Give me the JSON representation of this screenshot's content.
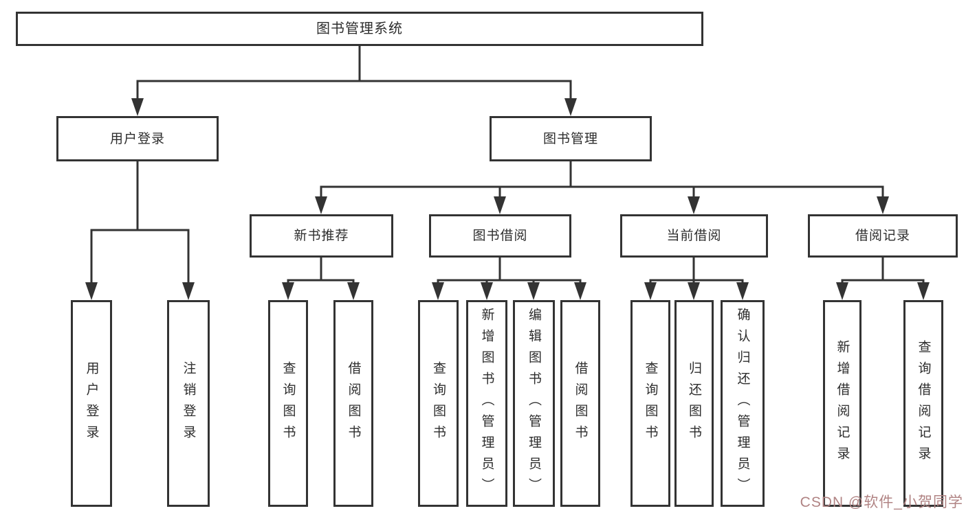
{
  "diagram": {
    "root": {
      "label": "图书管理系统"
    },
    "level1": [
      {
        "label": "用户登录"
      },
      {
        "label": "图书管理"
      }
    ],
    "level2": [
      {
        "label": "新书推荐"
      },
      {
        "label": "图书借阅"
      },
      {
        "label": "当前借阅"
      },
      {
        "label": "借阅记录"
      }
    ],
    "level3": {
      "user_login_children": [
        {
          "label": "用户登录"
        },
        {
          "label": "注销登录"
        }
      ],
      "new_book_children": [
        {
          "label": "查询图书"
        },
        {
          "label": "借阅图书"
        }
      ],
      "book_borrow_children": [
        {
          "label": "查询图书"
        },
        {
          "label": "新增图书（管理员）"
        },
        {
          "label": "编辑图书（管理员）"
        },
        {
          "label": "借阅图书"
        }
      ],
      "current_borrow_children": [
        {
          "label": "查询图书"
        },
        {
          "label": "归还图书"
        },
        {
          "label": "确认归还（管理员）"
        }
      ],
      "borrow_record_children": [
        {
          "label": "新增借阅记录"
        },
        {
          "label": "查询借阅记录"
        }
      ]
    },
    "colors": {
      "line": "#333333",
      "text": "#2d2d2d",
      "watermark": "#b08383"
    },
    "watermark": {
      "text": "CSDN @软件_小贺同学"
    }
  }
}
